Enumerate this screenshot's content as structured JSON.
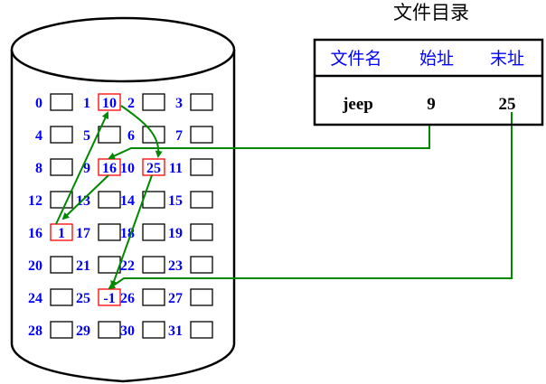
{
  "directory": {
    "title": "文件目录",
    "headers": [
      "文件名",
      "始址",
      "末址"
    ],
    "row": {
      "name": "jeep",
      "start": "9",
      "end": "25"
    }
  },
  "disk": {
    "blocks": [
      {
        "num": "0",
        "val": ""
      },
      {
        "num": "1",
        "val": "10"
      },
      {
        "num": "2",
        "val": ""
      },
      {
        "num": "3",
        "val": ""
      },
      {
        "num": "4",
        "val": ""
      },
      {
        "num": "5",
        "val": ""
      },
      {
        "num": "6",
        "val": ""
      },
      {
        "num": "7",
        "val": ""
      },
      {
        "num": "8",
        "val": ""
      },
      {
        "num": "9",
        "val": "16"
      },
      {
        "num": "10",
        "val": "25"
      },
      {
        "num": "11",
        "val": ""
      },
      {
        "num": "12",
        "val": ""
      },
      {
        "num": "13",
        "val": ""
      },
      {
        "num": "14",
        "val": ""
      },
      {
        "num": "15",
        "val": ""
      },
      {
        "num": "16",
        "val": "1"
      },
      {
        "num": "17",
        "val": ""
      },
      {
        "num": "18",
        "val": ""
      },
      {
        "num": "19",
        "val": ""
      },
      {
        "num": "20",
        "val": ""
      },
      {
        "num": "21",
        "val": ""
      },
      {
        "num": "22",
        "val": ""
      },
      {
        "num": "23",
        "val": ""
      },
      {
        "num": "24",
        "val": ""
      },
      {
        "num": "25",
        "val": "-1"
      },
      {
        "num": "26",
        "val": ""
      },
      {
        "num": "27",
        "val": ""
      },
      {
        "num": "28",
        "val": ""
      },
      {
        "num": "29",
        "val": ""
      },
      {
        "num": "30",
        "val": ""
      },
      {
        "num": "31",
        "val": ""
      }
    ],
    "chain": [
      "9",
      "16",
      "1",
      "10",
      "25"
    ]
  },
  "colors": {
    "block_number": "#0000ff",
    "used_block_border": "#ff0000",
    "pointer_arrow": "#008800",
    "outline": "#000000"
  }
}
